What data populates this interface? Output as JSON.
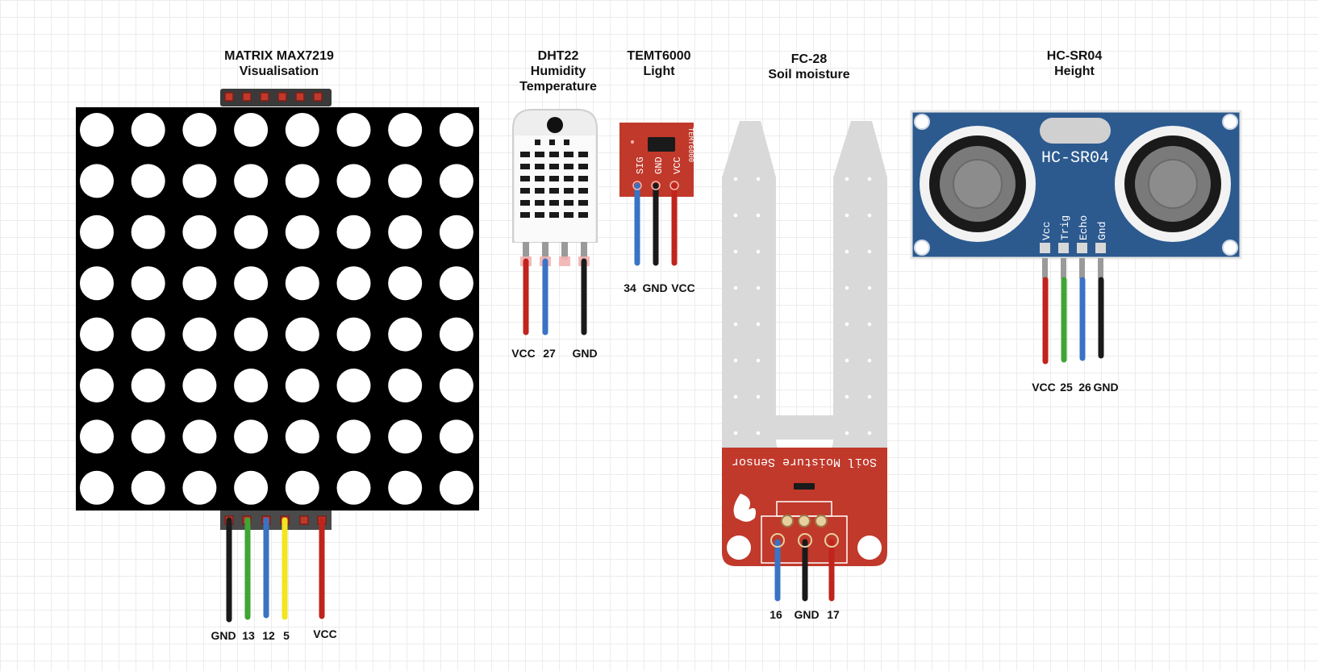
{
  "modules": {
    "matrix": {
      "title": [
        "MATRIX MAX7219",
        "Visualisation"
      ],
      "pins": [
        "GND",
        "13",
        "12",
        "5",
        "VCC"
      ]
    },
    "dht22": {
      "title": [
        "DHT22",
        "Humidity",
        "Temperature"
      ],
      "pins": [
        "VCC",
        "27",
        "GND"
      ]
    },
    "temt6000": {
      "title": [
        "TEMT6000",
        "Light"
      ],
      "pins": [
        "34",
        "GND",
        "VCC"
      ],
      "board_pins": [
        "SIG",
        "GND",
        "VCC"
      ],
      "board_text": "TEMT6000"
    },
    "fc28": {
      "title": [
        "FC-28",
        "Soil moisture"
      ],
      "pins": [
        "16",
        "GND",
        "17"
      ],
      "board_text": "Soil Moisture Sensor"
    },
    "hcsr04": {
      "title": [
        "HC-SR04",
        "Height"
      ],
      "pins": [
        "VCC",
        "25",
        "26",
        "GND"
      ],
      "board_text": "HC-SR04",
      "board_pins": [
        "Vcc",
        "Trig",
        "Echo",
        "Gnd"
      ]
    }
  },
  "colors": {
    "wire_black": "#1a1a1a",
    "wire_red": "#c0241c",
    "wire_blue": "#3a73c4",
    "wire_green": "#3fa535",
    "wire_yellow": "#f2e521",
    "pcb_red": "#c0392b",
    "pcb_blue": "#2c5a8f",
    "probe_gray": "#d9d9d9"
  }
}
